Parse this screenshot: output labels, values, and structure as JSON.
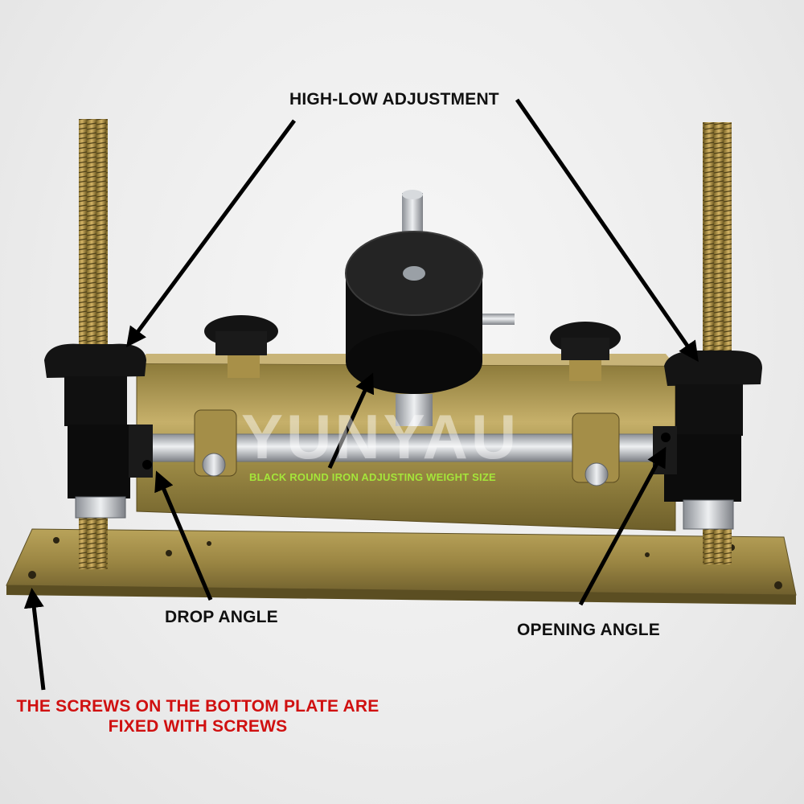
{
  "labels": {
    "high_low": "HIGH-LOW ADJUSTMENT",
    "drop_angle": "DROP ANGLE",
    "opening_angle": "OPENING ANGLE",
    "bottom_screws_line1": "THE SCREWS ON THE BOTTOM PLATE ARE",
    "bottom_screws_line2": "FIXED WITH SCREWS",
    "weight_note": "BLACK ROUND IRON ADJUSTING WEIGHT SIZE"
  },
  "watermark": "YUNYAU",
  "colors": {
    "brass": "#a89040",
    "black_part": "#161616",
    "steel": "#c9ccd0",
    "label_red": "#d01010",
    "label_green": "#a7f03a"
  }
}
